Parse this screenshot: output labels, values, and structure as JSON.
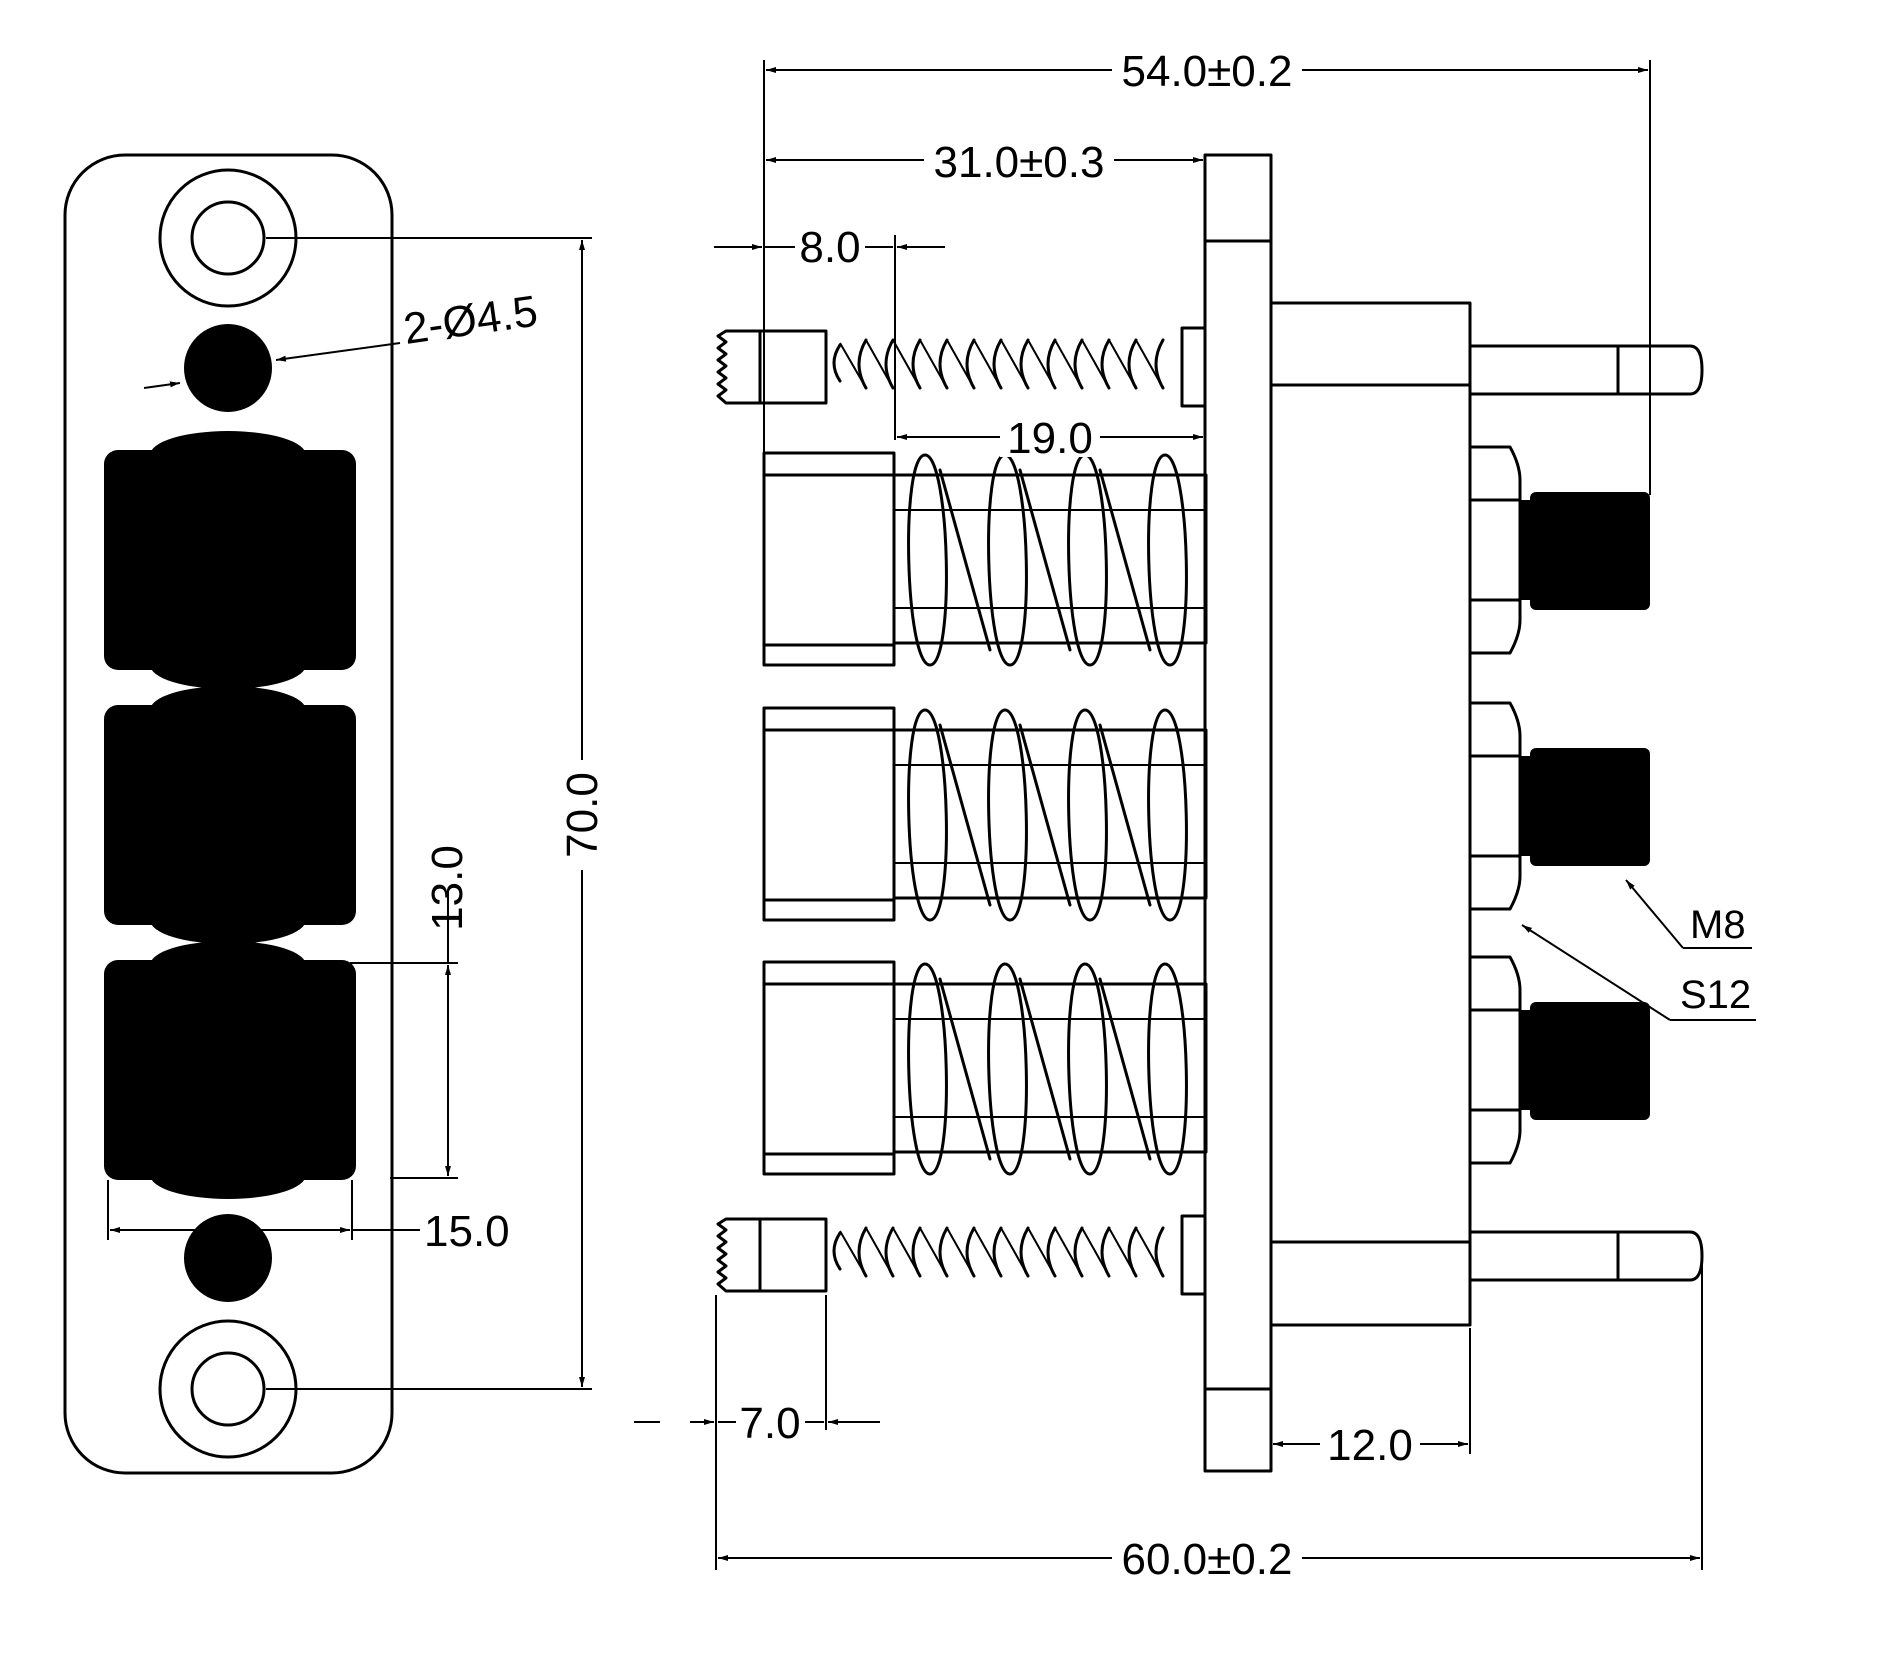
{
  "dimensions": {
    "overall_top": "54.0±0.2",
    "flange_offset": "31.0±0.3",
    "small_pin_head": "8.0",
    "spring_length": "19.0",
    "overall_bottom": "60.0±0.2",
    "small_pin_tip": "7.0",
    "body_depth": "12.0",
    "hole_spec": "2-Ø4.5",
    "total_height": "70.0",
    "pitch": "13.0",
    "pad_width": "15.0"
  },
  "labels": {
    "thread": "M8",
    "nut": "S12"
  }
}
